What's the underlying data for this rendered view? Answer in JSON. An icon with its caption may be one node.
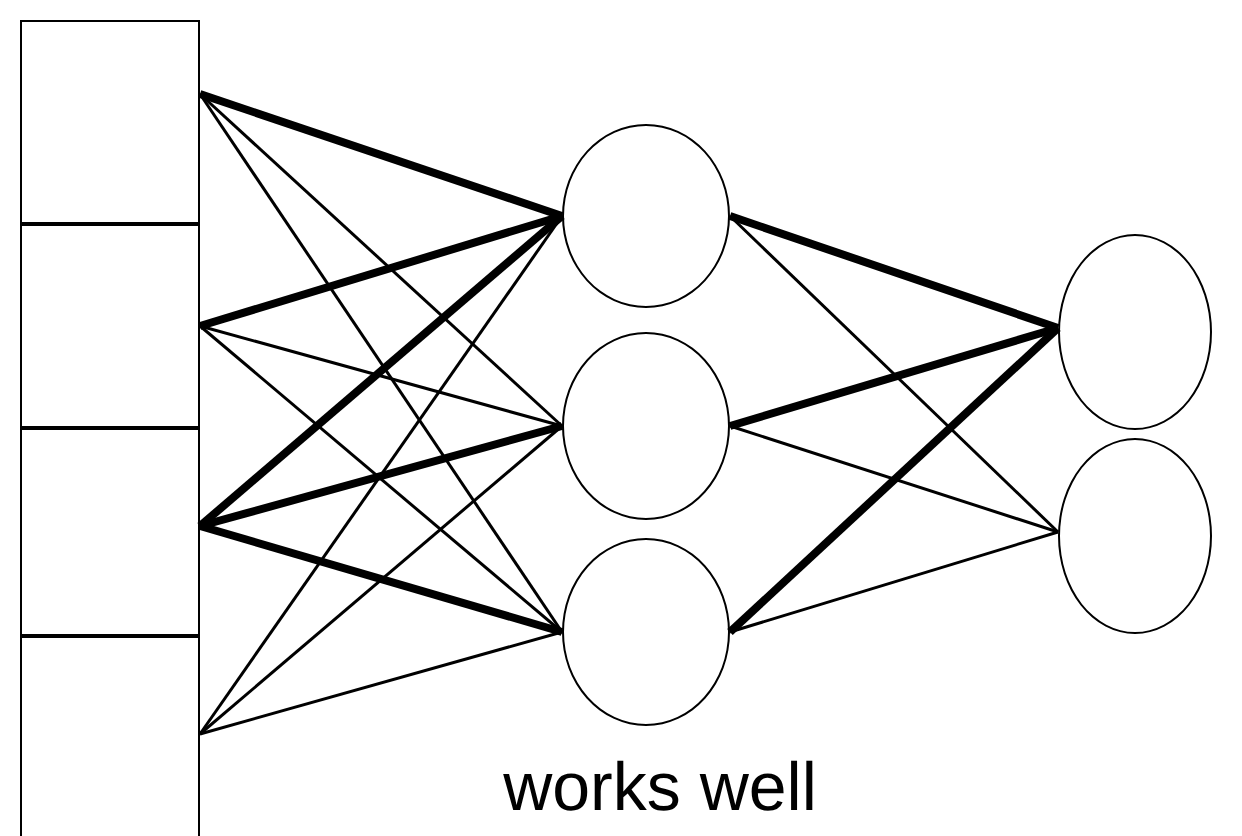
{
  "diagram": {
    "nodes": [
      {
        "text": [],
        "shape": "box"
      },
      {
        "text": [],
        "shape": "box"
      },
      {
        "text": [],
        "shape": "box"
      },
      {
        "text": [],
        "shape": "box"
      },
      {
        "text": [],
        "shape": "circle"
      },
      {
        "text": [],
        "shape": "circle"
      },
      {
        "text": [],
        "shape": "circle"
      },
      {
        "text": [],
        "shape": "circle"
      },
      {
        "text": [],
        "shape": "circle"
      }
    ],
    "edges": [
      {
        "from": 0,
        "to": 4,
        "arrow": "none",
        "style": "thick"
      },
      {
        "from": 0,
        "to": 5,
        "arrow": "none"
      },
      {
        "from": 0,
        "to": 6,
        "arrow": "none"
      },
      {
        "from": 1,
        "to": 4,
        "arrow": "none",
        "style": "thick"
      },
      {
        "from": 1,
        "to": 5,
        "arrow": "none"
      },
      {
        "from": 1,
        "to": 6,
        "arrow": "none"
      },
      {
        "from": 2,
        "to": 4,
        "arrow": "none",
        "style": "thick"
      },
      {
        "from": 2,
        "to": 5,
        "arrow": "none",
        "style": "thick"
      },
      {
        "from": 2,
        "to": 6,
        "arrow": "none",
        "style": "thick"
      },
      {
        "from": 3,
        "to": 4,
        "arrow": "none"
      },
      {
        "from": 3,
        "to": 5,
        "arrow": "none"
      },
      {
        "from": 3,
        "to": 6,
        "arrow": "none"
      },
      {
        "from": 4,
        "to": 7,
        "arrow": "none",
        "style": "thick"
      },
      {
        "from": 4,
        "to": 8,
        "arrow": "none"
      },
      {
        "from": 5,
        "to": 7,
        "arrow": "none",
        "style": "thick"
      },
      {
        "from": 5,
        "to": 8,
        "arrow": "none"
      },
      {
        "from": 6,
        "to": 7,
        "arrow": "none",
        "style": "thick"
      },
      {
        "from": 6,
        "to": 8,
        "arrow": "none"
      }
    ],
    "labels": [
      "works well"
    ]
  }
}
